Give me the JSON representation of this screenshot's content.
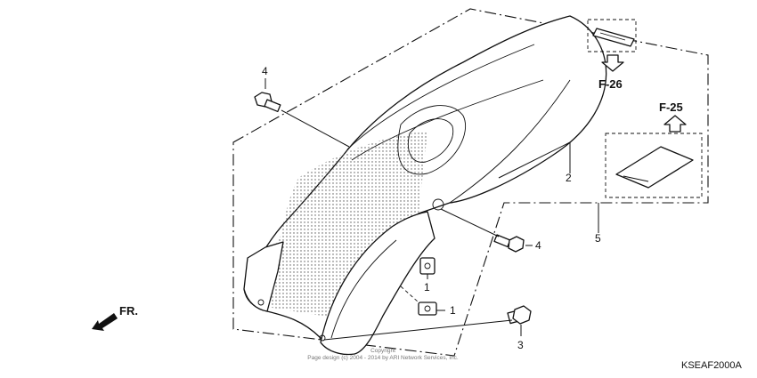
{
  "callouts": {
    "c1a": "1",
    "c1b": "1",
    "c2": "2",
    "c3": "3",
    "c4a": "4",
    "c4b": "4",
    "c5": "5"
  },
  "refs": {
    "f26": "F-26",
    "f25": "F-25"
  },
  "direction_label": "FR.",
  "diagram_code": "KSEAF2000A",
  "copyright": {
    "line1": "Copyright",
    "line2": "Page design (c) 2004 - 2014 by ARI Network Services, Inc."
  }
}
